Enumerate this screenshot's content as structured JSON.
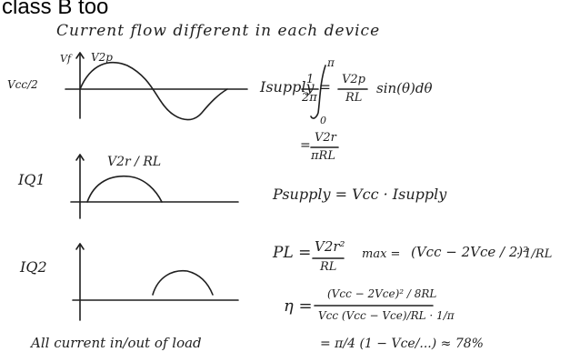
{
  "slide": {
    "heading": "class B too",
    "subtitle": "Current flow different in each device"
  },
  "graphs": {
    "g1": {
      "ylabel": "Vcc/2",
      "ytick": "Vf",
      "peak": "V2p"
    },
    "g2": {
      "ylabel": "IQ1",
      "peak": "V2r / RL"
    },
    "g3": {
      "ylabel": "IQ2"
    }
  },
  "caption": "All current in/out of load",
  "equations": {
    "isupply_lhs": "Isupply =",
    "isupply_frac_num": "1",
    "isupply_frac_den": "2π",
    "isupply_int_upper": "π",
    "isupply_int_lower": "0",
    "isupply_integrand_num": "V2p",
    "isupply_integrand_den": "RL",
    "isupply_integrand_tail": "sin(θ)dθ",
    "isupply_result_eq": "=",
    "isupply_result_num": "V2r",
    "isupply_result_den": "πRL",
    "psupply": "Psupply = Vcc · Isupply",
    "pl_lhs": "PL =",
    "pl_num": "V2r²",
    "pl_den": "RL",
    "pl_max": "max =",
    "pl_max_paren": "(Vcc − 2Vce / 2)²",
    "pl_max_tail": "· 1/RL",
    "eta_lhs": "η =",
    "eta_num": "(Vcc − 2Vce)² / 8RL",
    "eta_den": "Vcc (Vcc − Vce)/RL · 1/π",
    "eta_result": "= π/4 (1 − Vce/...) ≈ 78%"
  }
}
